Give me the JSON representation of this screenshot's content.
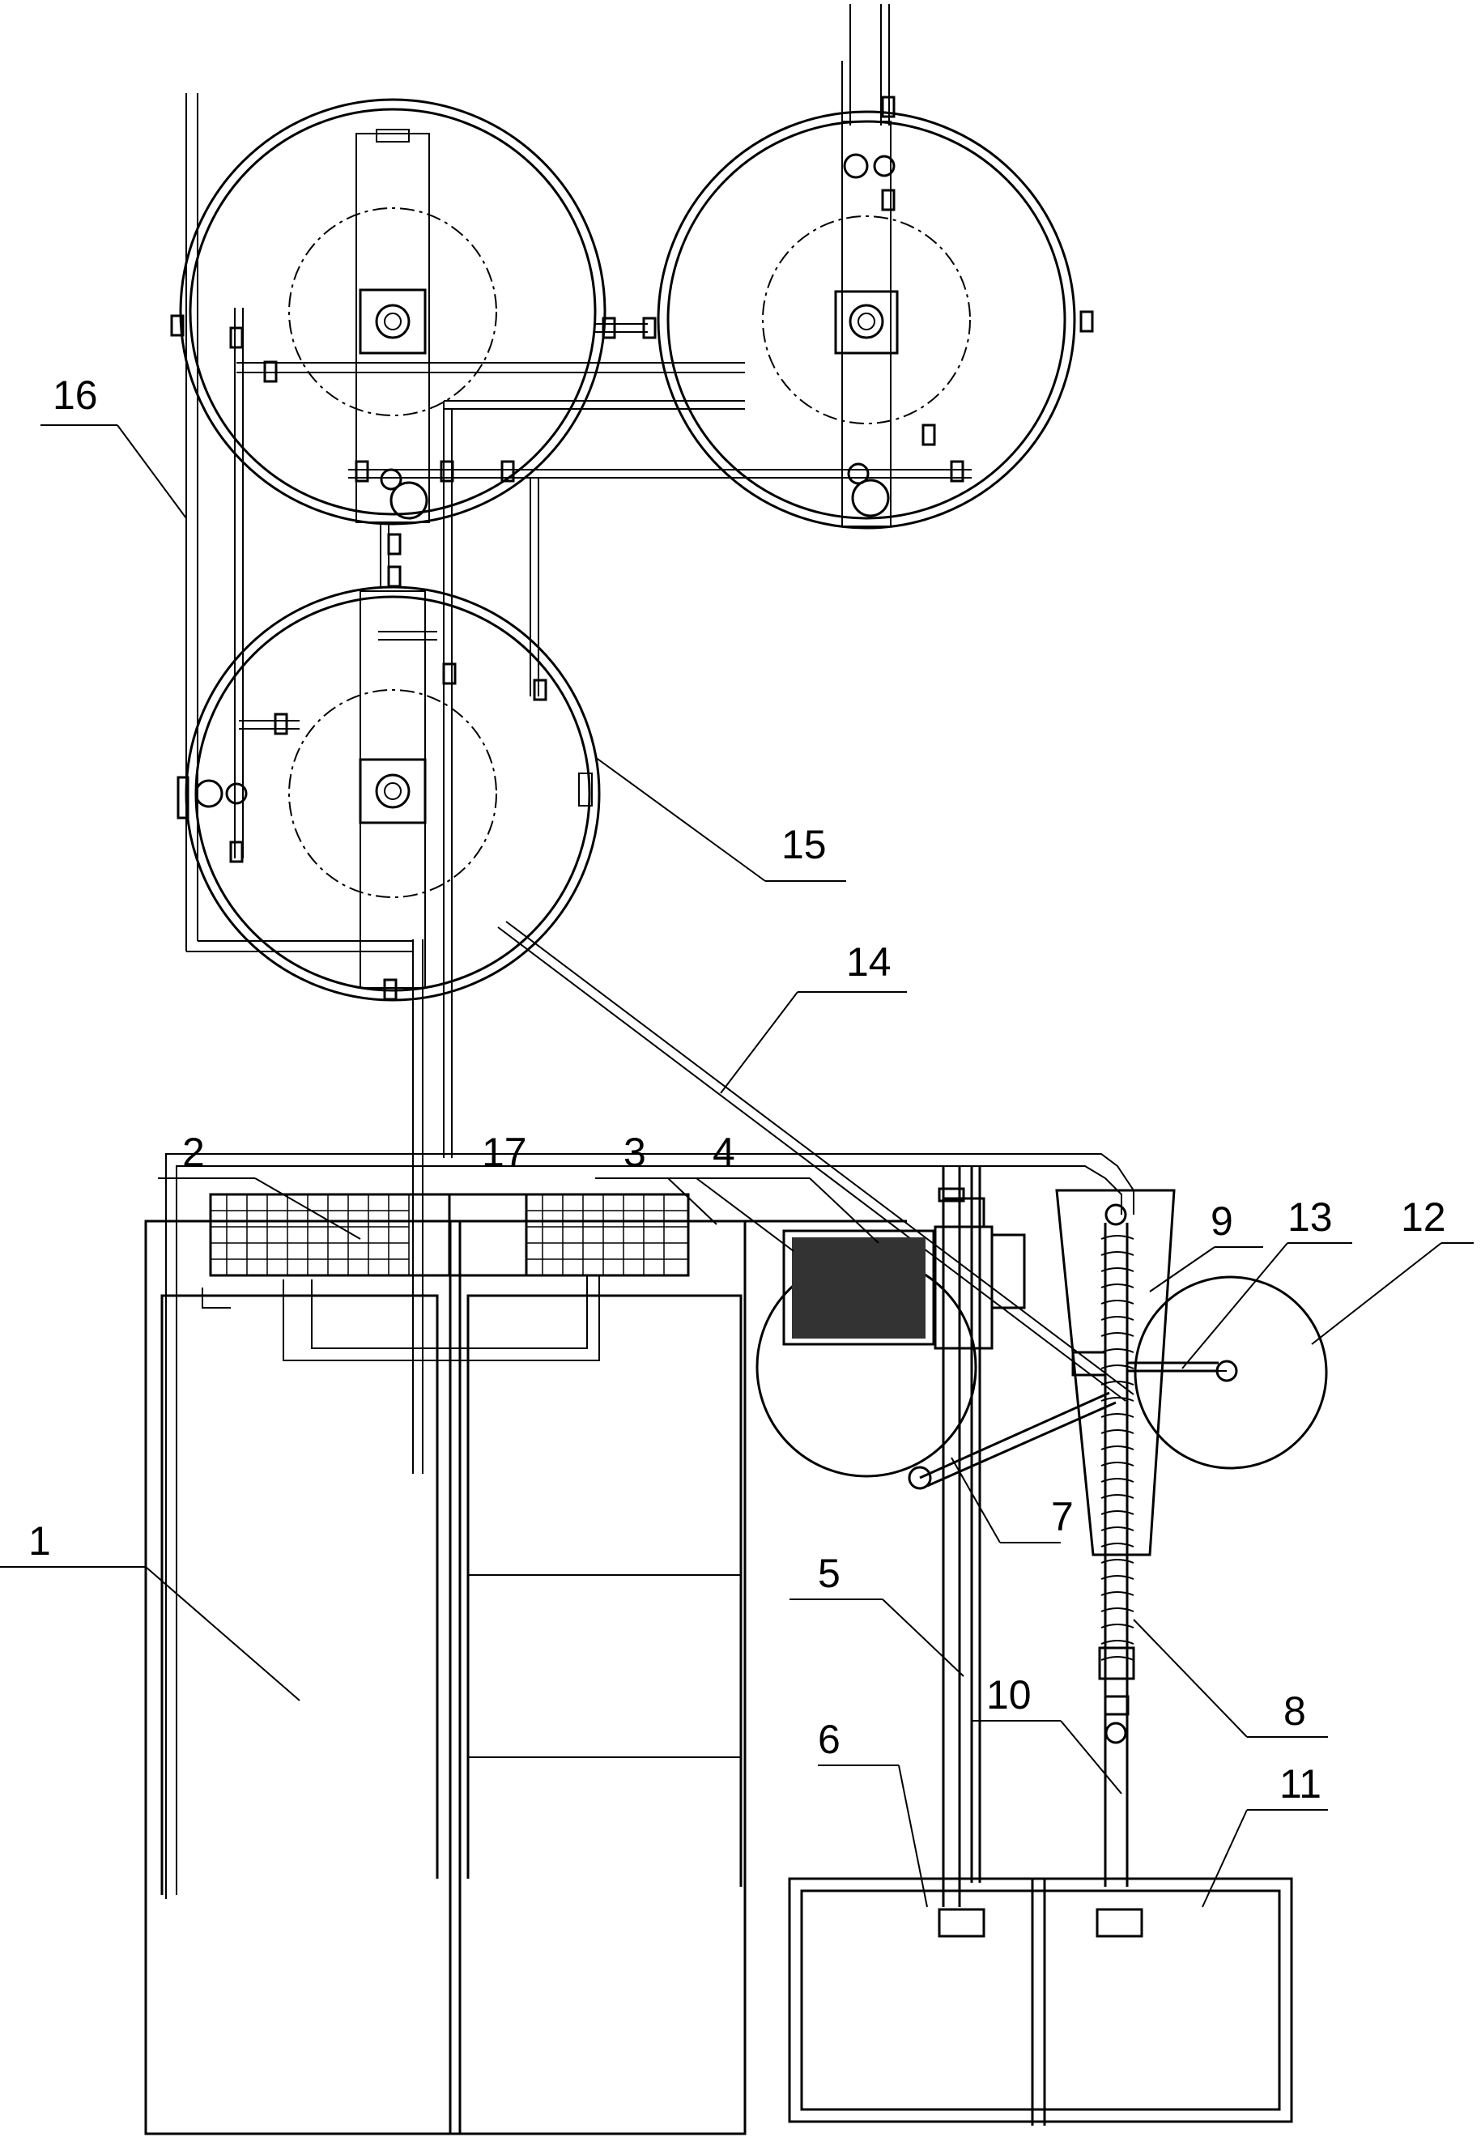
{
  "diagram": {
    "labels": [
      "1",
      "2",
      "3",
      "4",
      "5",
      "6",
      "7",
      "8",
      "9",
      "10",
      "11",
      "12",
      "13",
      "14",
      "15",
      "16",
      "17"
    ],
    "colors": {
      "line": "#000000",
      "background": "#ffffff"
    }
  }
}
